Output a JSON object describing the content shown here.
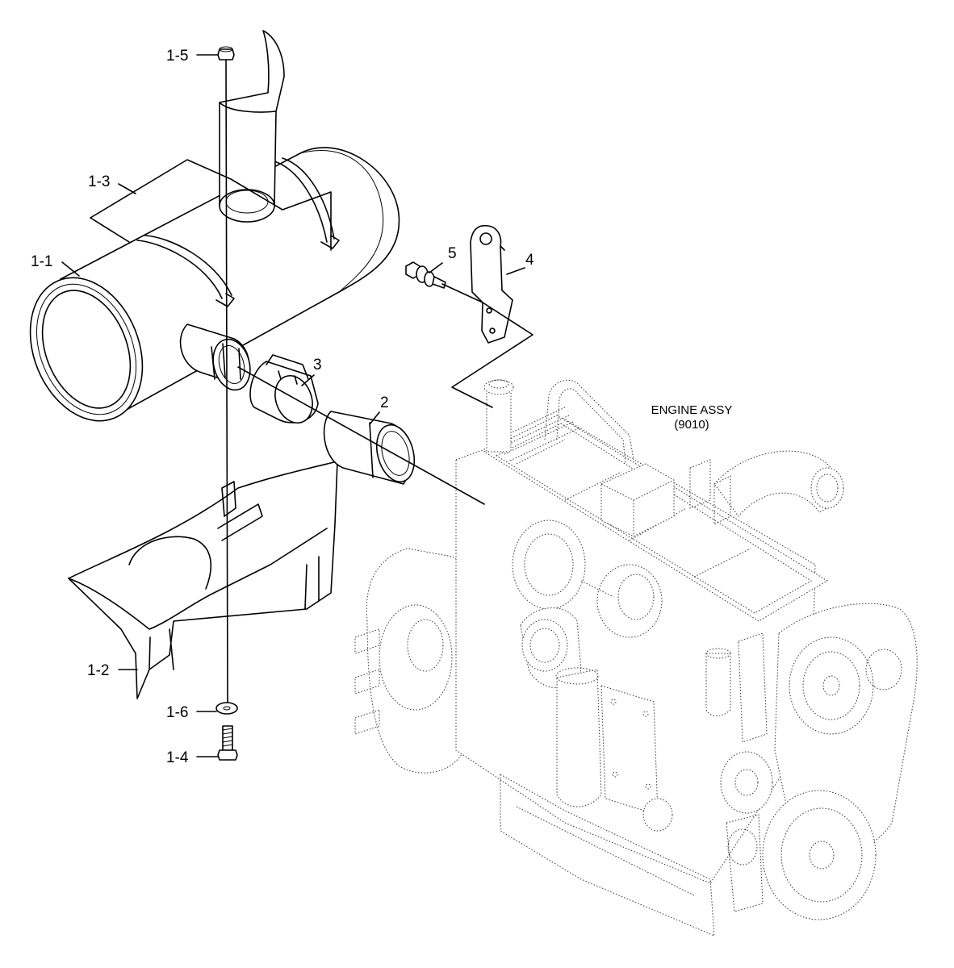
{
  "callouts": {
    "c1_5": "1-5",
    "c1_3": "1-3",
    "c1_1": "1-1",
    "c1_2": "1-2",
    "c1_6": "1-6",
    "c1_4": "1-4",
    "c2": "2",
    "c3": "3",
    "c4": "4",
    "c5": "5"
  },
  "engine": {
    "name": "ENGINE ASSY",
    "code": "(9010)"
  }
}
